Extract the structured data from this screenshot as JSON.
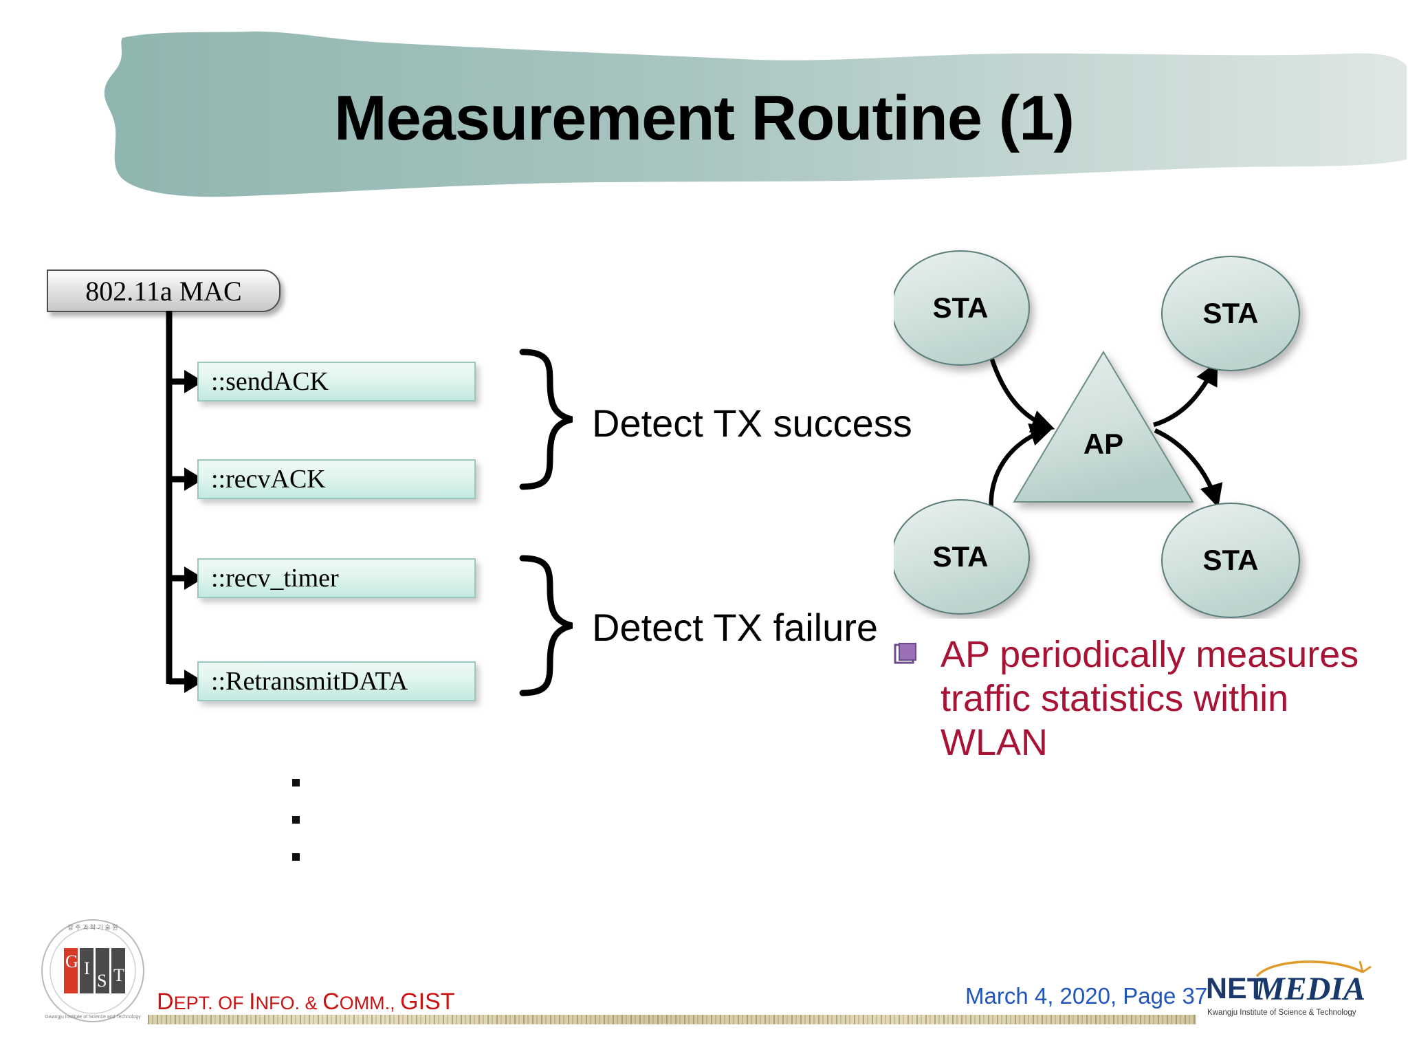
{
  "slide": {
    "title": "Measurement Routine (1)",
    "banner_color_left": "#8FB5AF",
    "banner_color_right": "#DCE6E4"
  },
  "class_diagram": {
    "class_label": "802.11a MAC",
    "methods": [
      {
        "label": "::sendACK"
      },
      {
        "label": "::recvACK"
      },
      {
        "label": "::recv_timer"
      },
      {
        "label": "::RetransmitDATA"
      }
    ],
    "ellipsis": [
      ".",
      ".",
      "."
    ],
    "braces": [
      {
        "label": "Detect TX success",
        "covers": [
          "::sendACK",
          "::recvACK"
        ]
      },
      {
        "label": "Detect TX failure",
        "covers": [
          "::recv_timer",
          "::RetransmitDATA"
        ]
      }
    ],
    "box_fill": "#DDF2EC",
    "box_border": "#9CC7BF"
  },
  "wlan_topology": {
    "ap_label": "AP",
    "stations": [
      {
        "label": "STA",
        "position": "top-left"
      },
      {
        "label": "STA",
        "position": "top-right"
      },
      {
        "label": "STA",
        "position": "bottom-left"
      },
      {
        "label": "STA",
        "position": "bottom-right"
      }
    ],
    "links": [
      {
        "from": "STA top-left",
        "to": "AP",
        "direction": "uplink"
      },
      {
        "from": "AP",
        "to": "STA top-right",
        "direction": "downlink"
      },
      {
        "from": "STA bottom-left",
        "to": "AP",
        "direction": "uplink"
      },
      {
        "from": "AP",
        "to": "STA bottom-right",
        "direction": "downlink"
      }
    ],
    "node_fill": "#CCDFDA",
    "node_border": "#5A7C78"
  },
  "note": {
    "bullet_icon": "square-in-square-icon",
    "text": "AP periodically measures traffic statistics within WLAN",
    "color": "#A81234"
  },
  "footer": {
    "seal_alt": "gist-seal-logo",
    "seal_letters": [
      "G",
      "I",
      "S",
      "T"
    ],
    "department": "Dept. of Info. & Comm., GIST",
    "department_display": {
      "part1_cap": "D",
      "part1": "EPT",
      "part2": ". OF ",
      "part3_cap": "I",
      "part4": "NFO",
      "part5": ". & ",
      "part6_cap": "C",
      "part7": "OMM",
      "part8": ".,  ",
      "part9": "GIST"
    },
    "date_page": "March 4, 2020,  Page  37",
    "logo_primary": "NET",
    "logo_secondary": "MEDIA",
    "logo_tagline": "Kwangju Institute of Science & Technology",
    "date_color": "#2255BB",
    "dept_color": "#CC1111"
  }
}
